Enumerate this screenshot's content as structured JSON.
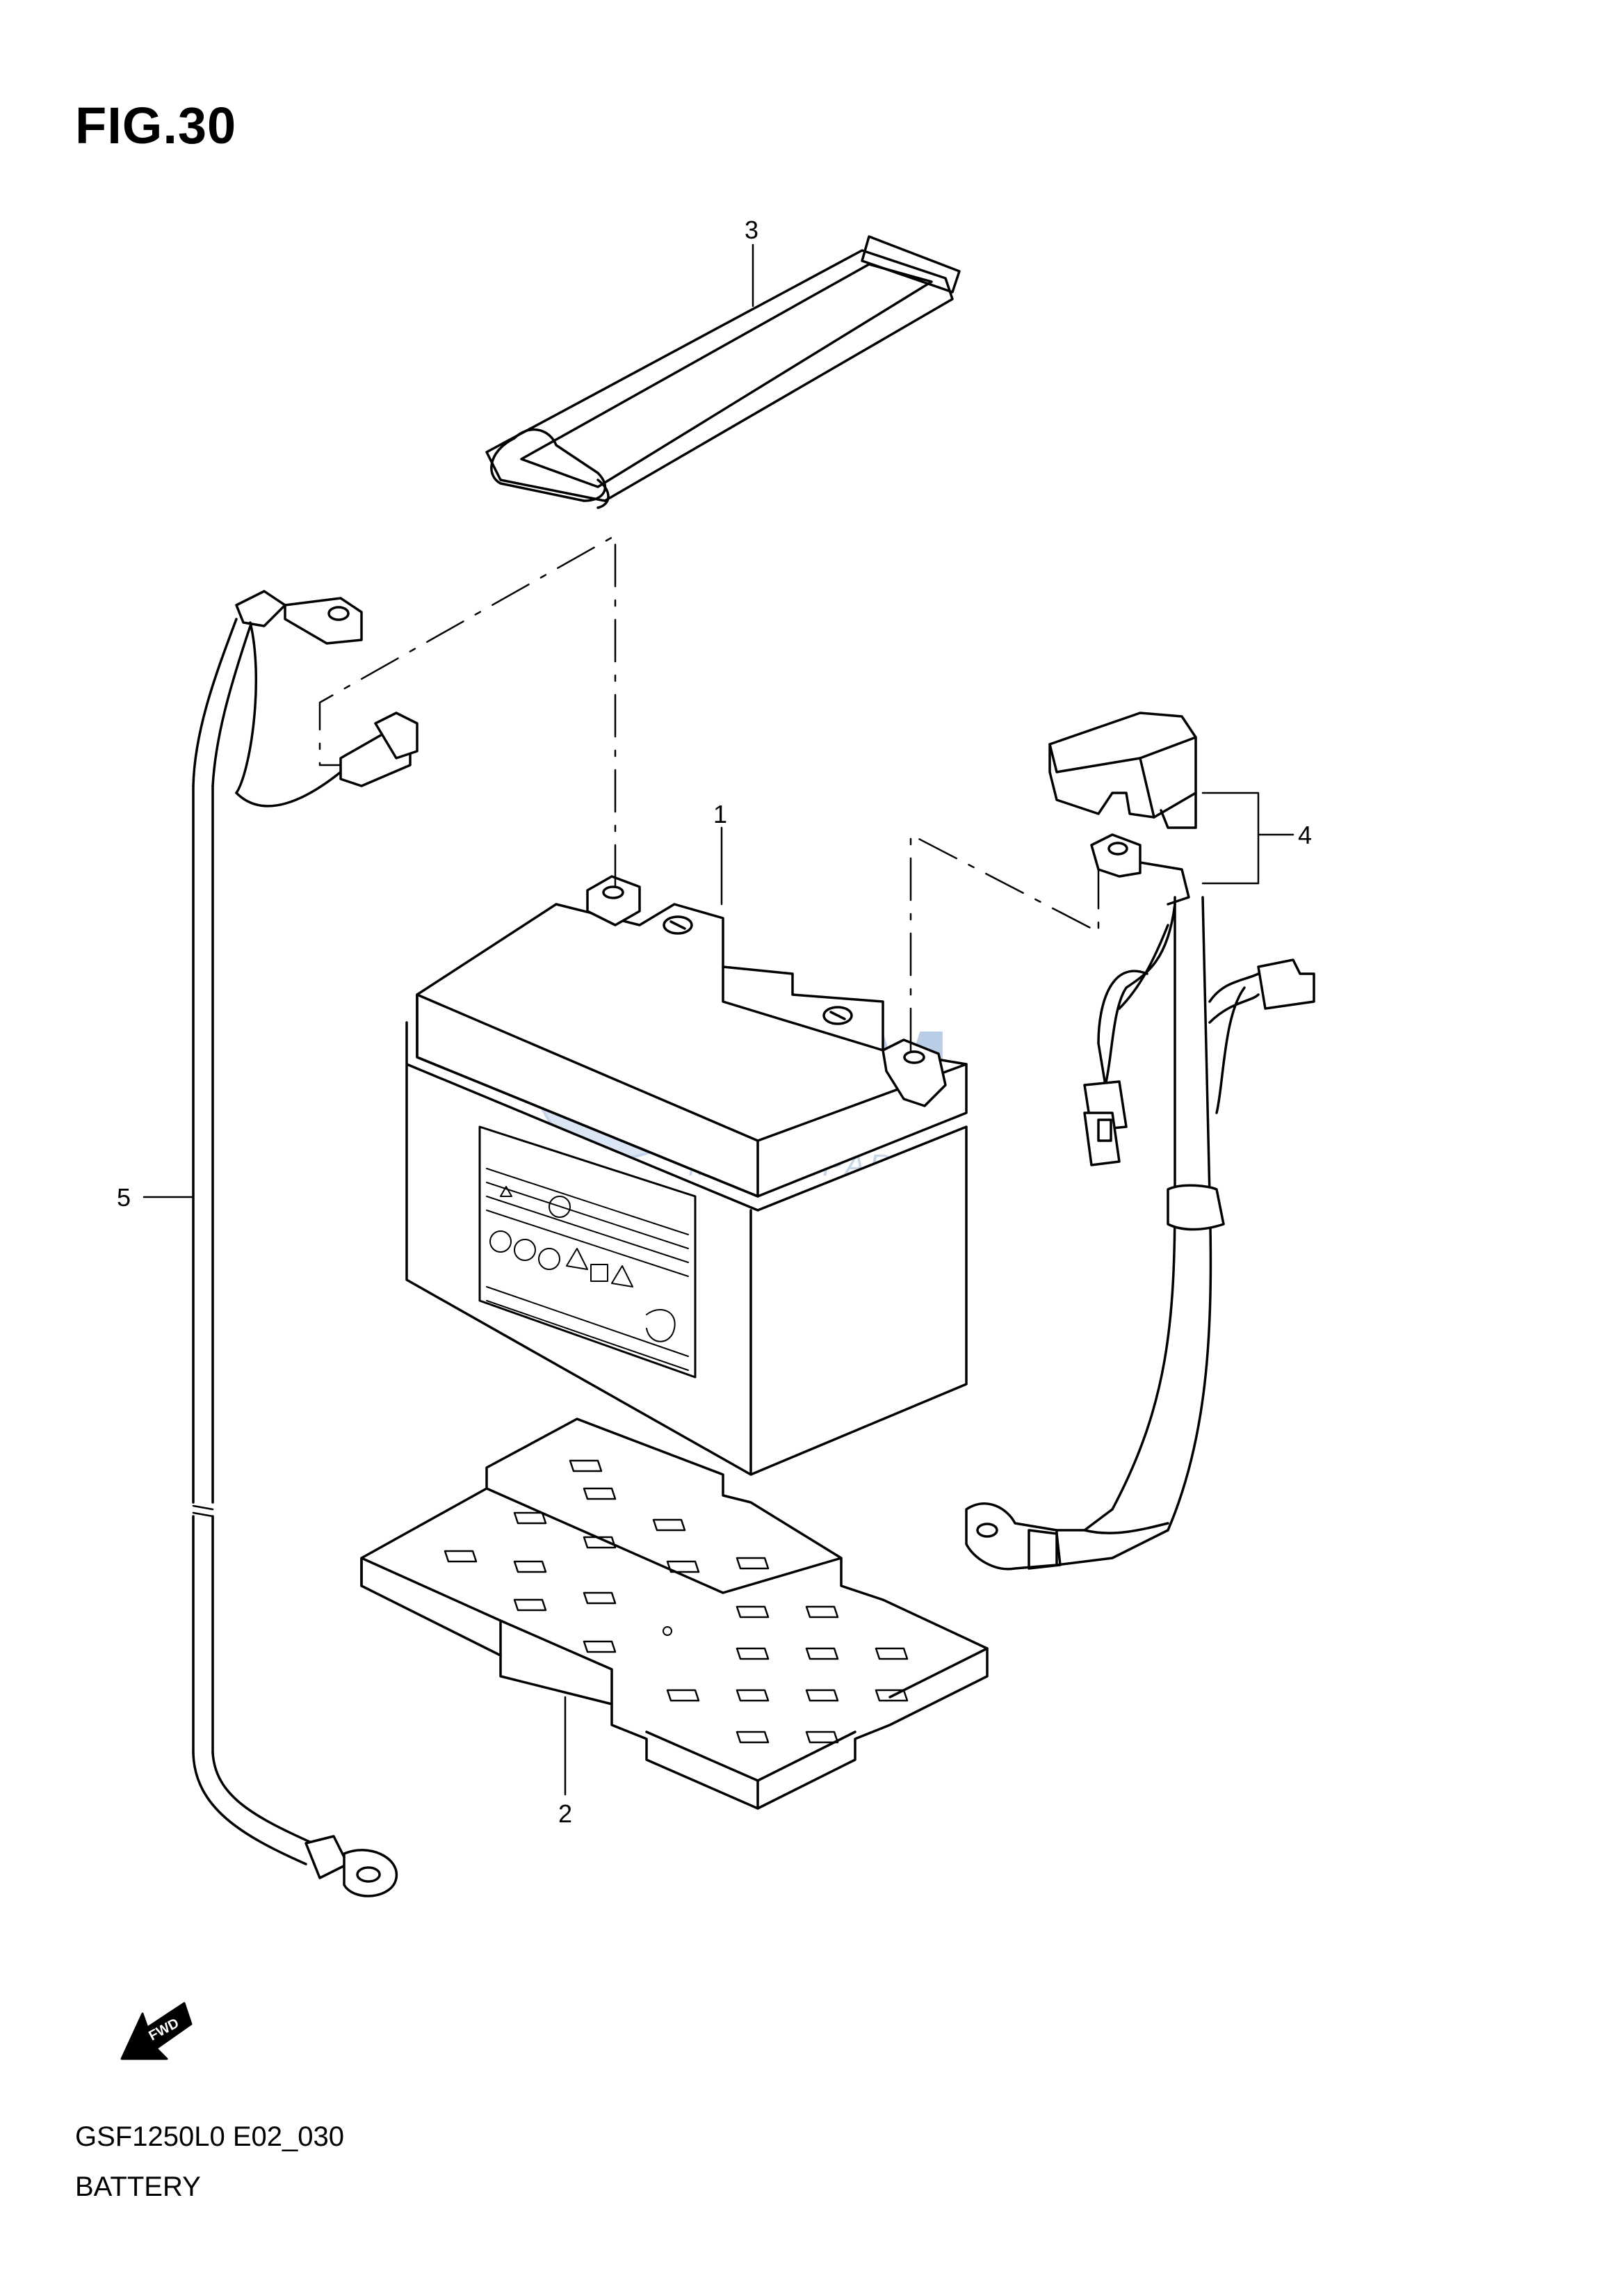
{
  "figure": {
    "title": "FIG.30",
    "model_code": "GSF1250L0 E02_030",
    "name": "BATTERY"
  },
  "callouts": [
    {
      "id": "1",
      "label": "1"
    },
    {
      "id": "2",
      "label": "2"
    },
    {
      "id": "3",
      "label": "3"
    },
    {
      "id": "4",
      "label": "4"
    },
    {
      "id": "5",
      "label": "5"
    }
  ],
  "watermark": {
    "brand": "OSM",
    "subtitle": "MOTORPARTS"
  },
  "fwd_indicator": {
    "label": "FWD"
  }
}
